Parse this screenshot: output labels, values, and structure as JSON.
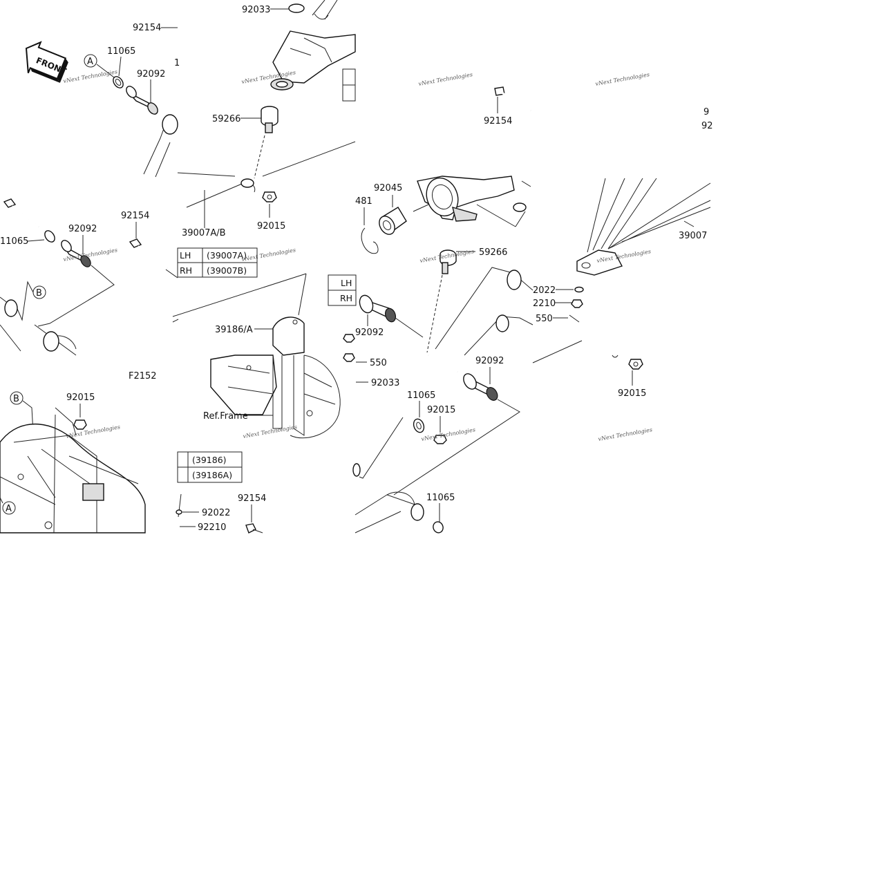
{
  "labels": {
    "p92033a": "92033",
    "p92154a": "92154",
    "p11065a": "11065",
    "p92092a": "92092",
    "p1a": "1",
    "p59266a": "59266",
    "p92154b": "92154",
    "p92045": "92045",
    "p481": "481",
    "p92154c": "92154",
    "p92092b": "92092",
    "p11065b": "11065",
    "p92015a": "92015",
    "p39007ab": "39007A/B",
    "p59266b": "59266",
    "p39007": "39007",
    "p92022a": "2022",
    "p92210a": "2210",
    "p550a": "550",
    "p39186a": "39186/A",
    "p92092c": "92092",
    "p550b": "550",
    "p92033b": "92033",
    "p92092d": "92092",
    "p11065c": "11065",
    "p92015b": "92015",
    "pF2152": "F2152",
    "p92015c": "92015",
    "pRefFrame": "Ref.Frame",
    "p92154d": "92154",
    "p92022b": "92022",
    "p92210b": "92210",
    "p11065d": "11065",
    "p92015d": "92015",
    "p92a": "9",
    "p92b": "92"
  },
  "callouts": {
    "a1": "A",
    "a2": "A",
    "b1": "B",
    "b2": "B"
  },
  "front_label": "FRONT",
  "tables": {
    "arm": {
      "rows": [
        {
          "side": "LH",
          "part": "(39007A)"
        },
        {
          "side": "RH",
          "part": "(39007B)"
        }
      ]
    },
    "bracket": {
      "rows": [
        {
          "part": "(39186)"
        },
        {
          "part": "(39186A)"
        }
      ]
    },
    "knuckle": {
      "rows": [
        {
          "side": "LH"
        },
        {
          "side": "RH"
        }
      ]
    }
  },
  "watermark": "vNext Technologies"
}
